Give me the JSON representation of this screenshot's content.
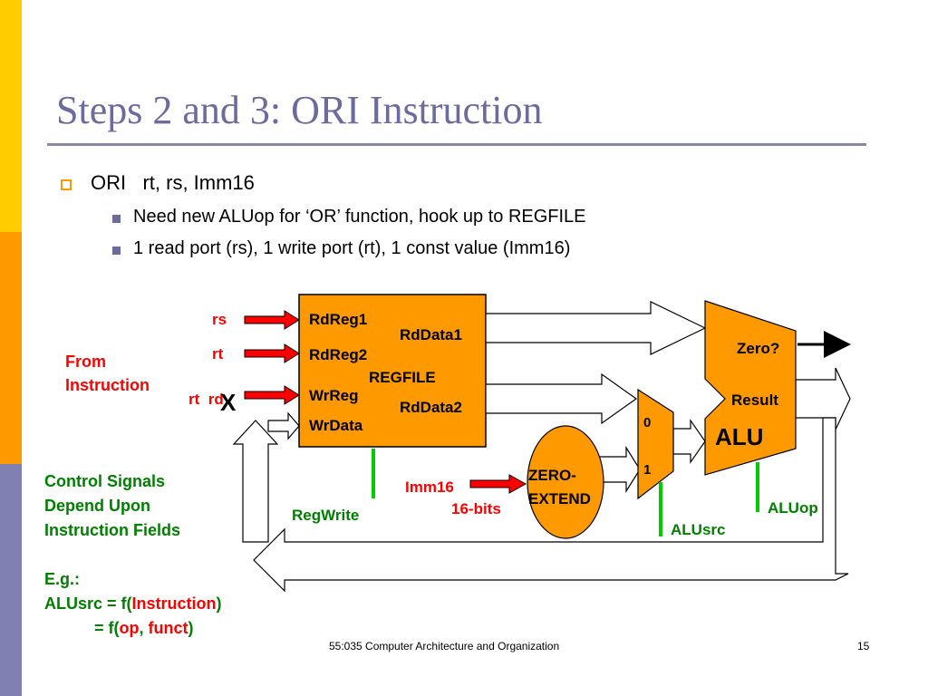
{
  "slide": {
    "title": "Steps 2 and 3: ORI Instruction",
    "bullet1": "ORI   rt, rs, Imm16",
    "bullet2": "Need new ALUop for ‘OR’ function, hook up to REGFILE",
    "bullet3": "1 read port (rs), 1 write port (rt), 1 const value (Imm16)",
    "footer": "55:035 Computer Architecture and Organization",
    "page": "15"
  },
  "diagram": {
    "inputs": {
      "rs": "rs",
      "rt": "rt",
      "rt_rd": "rt  rd",
      "x_mark": "X"
    },
    "from_instruction": [
      "From",
      "Instruction"
    ],
    "regfile": {
      "rdreg1": "RdReg1",
      "rdreg2": "RdReg2",
      "wrreg": "WrReg",
      "wrdata": "WrData",
      "rddata1": "RdData1",
      "rddata2": "RdData2",
      "name": "REGFILE"
    },
    "regwrite": "RegWrite",
    "imm16": "Imm16",
    "bits": "16-bits",
    "zero_extend": [
      "ZERO-",
      "EXTEND"
    ],
    "mux": {
      "in0": "0",
      "in1": "1"
    },
    "alusrc": "ALUsrc",
    "alu": {
      "zero": "Zero?",
      "result": "Result",
      "name": "ALU"
    },
    "aluop": "ALUop"
  },
  "notes": {
    "line1": "Control Signals",
    "line2": "Depend Upon",
    "line3": "Instruction Fields",
    "line4": "E.g.:",
    "line5_prefix": "ALUsrc = f(",
    "line5_red": "Instruction",
    "line5_suffix": ")",
    "line6_prefix": "           = f(",
    "line6_red1": "op",
    "line6_mid": ", ",
    "line6_red2": "funct",
    "line6_suffix": ")"
  },
  "colors": {
    "stripe_top": "#ffcc00",
    "stripe_mid": "#ff9900",
    "stripe_bottom": "#8080b3",
    "title": "#6b6b9e",
    "component_fill": "#ff9900",
    "control_green": "#00cc00",
    "signal_red": "#ff0000"
  }
}
